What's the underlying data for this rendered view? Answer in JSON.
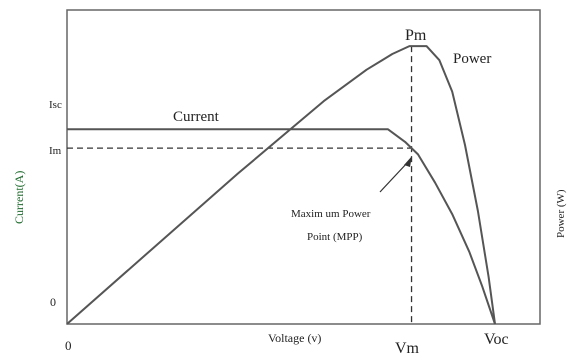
{
  "chart_data": {
    "type": "line",
    "xlabel": "Voltage  (v)",
    "ylabel_left": "Current(A)",
    "ylabel_right": "Power  (W)",
    "xlim": [
      0,
      1
    ],
    "ylim": [
      0,
      1
    ],
    "x_ticks": [
      {
        "label": "0",
        "x": 0
      },
      {
        "label": "Vm",
        "x": 0.805
      },
      {
        "label": "Voc",
        "x": 1.0
      }
    ],
    "y_ticks": [
      {
        "label": "0",
        "y": 0.07
      },
      {
        "label": "Im",
        "y": 0.56
      },
      {
        "label": "Isc",
        "y": 0.72
      }
    ],
    "series": [
      {
        "name": "Current",
        "color": "#555555",
        "points": [
          [
            0,
            0.62
          ],
          [
            0.75,
            0.62
          ],
          [
            0.79,
            0.58
          ],
          [
            0.82,
            0.54
          ],
          [
            0.86,
            0.45
          ],
          [
            0.9,
            0.35
          ],
          [
            0.94,
            0.23
          ],
          [
            0.97,
            0.12
          ],
          [
            1.0,
            0.0
          ]
        ]
      },
      {
        "name": "Power",
        "color": "#555555",
        "points": [
          [
            0,
            0.0
          ],
          [
            0.2,
            0.24
          ],
          [
            0.4,
            0.48
          ],
          [
            0.6,
            0.71
          ],
          [
            0.7,
            0.81
          ],
          [
            0.76,
            0.86
          ],
          [
            0.8,
            0.885
          ],
          [
            0.84,
            0.885
          ],
          [
            0.87,
            0.84
          ],
          [
            0.9,
            0.74
          ],
          [
            0.93,
            0.57
          ],
          [
            0.96,
            0.36
          ],
          [
            0.985,
            0.15
          ],
          [
            1.0,
            0.0
          ]
        ]
      }
    ],
    "annotations": {
      "pm_label": "Pm",
      "mpp_line1": "Maxim um   Power",
      "mpp_line2": "Point  (MPP)"
    },
    "mpp": {
      "x": 0.805,
      "current": 0.56,
      "power": 0.885
    }
  }
}
